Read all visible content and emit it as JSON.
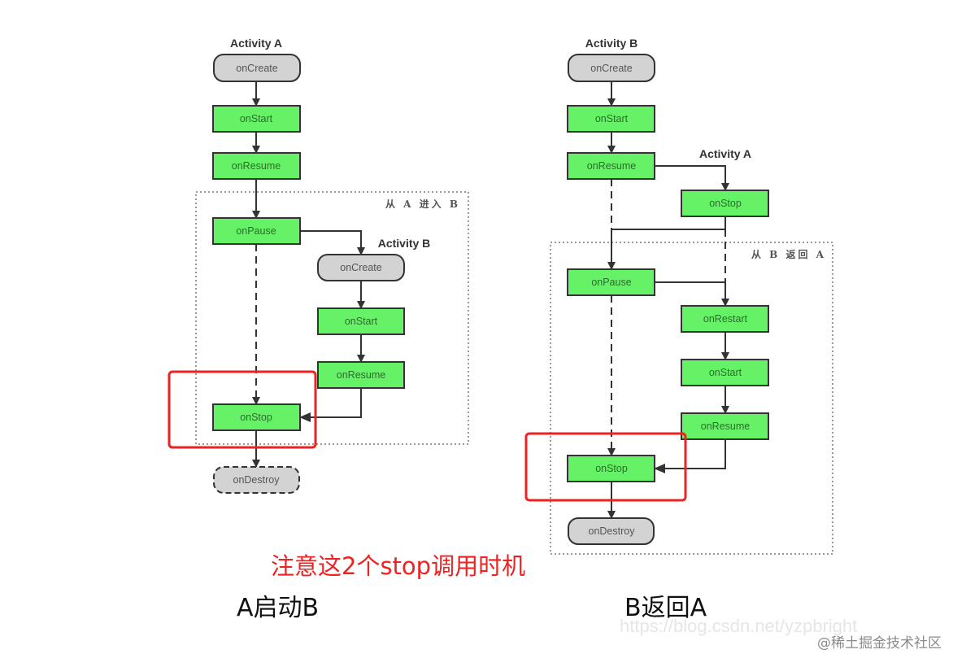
{
  "colors": {
    "state_fill": "#66f266",
    "terminal_fill": "#d3d3d3",
    "stroke": "#333333",
    "highlight": "#ee2222",
    "region_border": "#999999"
  },
  "left_diagram": {
    "region_label": "从 A 进入 B",
    "activity_a_title": "Activity A",
    "activity_b_title": "Activity B",
    "activity_a_nodes": {
      "on_create": "onCreate",
      "on_start": "onStart",
      "on_resume": "onResume",
      "on_pause": "onPause",
      "on_stop": "onStop",
      "on_destroy": "onDestroy"
    },
    "activity_b_nodes": {
      "on_create": "onCreate",
      "on_start": "onStart",
      "on_resume": "onResume"
    },
    "caption": "A启动B"
  },
  "right_diagram": {
    "region_label": "从 B 返回 A",
    "activity_b_title": "Activity B",
    "activity_a_title": "Activity A",
    "activity_b_nodes": {
      "on_create": "onCreate",
      "on_start": "onStart",
      "on_resume": "onResume",
      "on_pause": "onPause",
      "on_stop": "onStop",
      "on_destroy": "onDestroy"
    },
    "activity_a_nodes": {
      "on_stop": "onStop",
      "on_restart": "onRestart",
      "on_start": "onStart",
      "on_resume": "onResume"
    },
    "caption": "B返回A"
  },
  "annotation": "注意这2个stop调用时机",
  "watermarks": {
    "url": "https://blog.csdn.net/yzpbright",
    "site": "@稀土掘金技术社区"
  }
}
